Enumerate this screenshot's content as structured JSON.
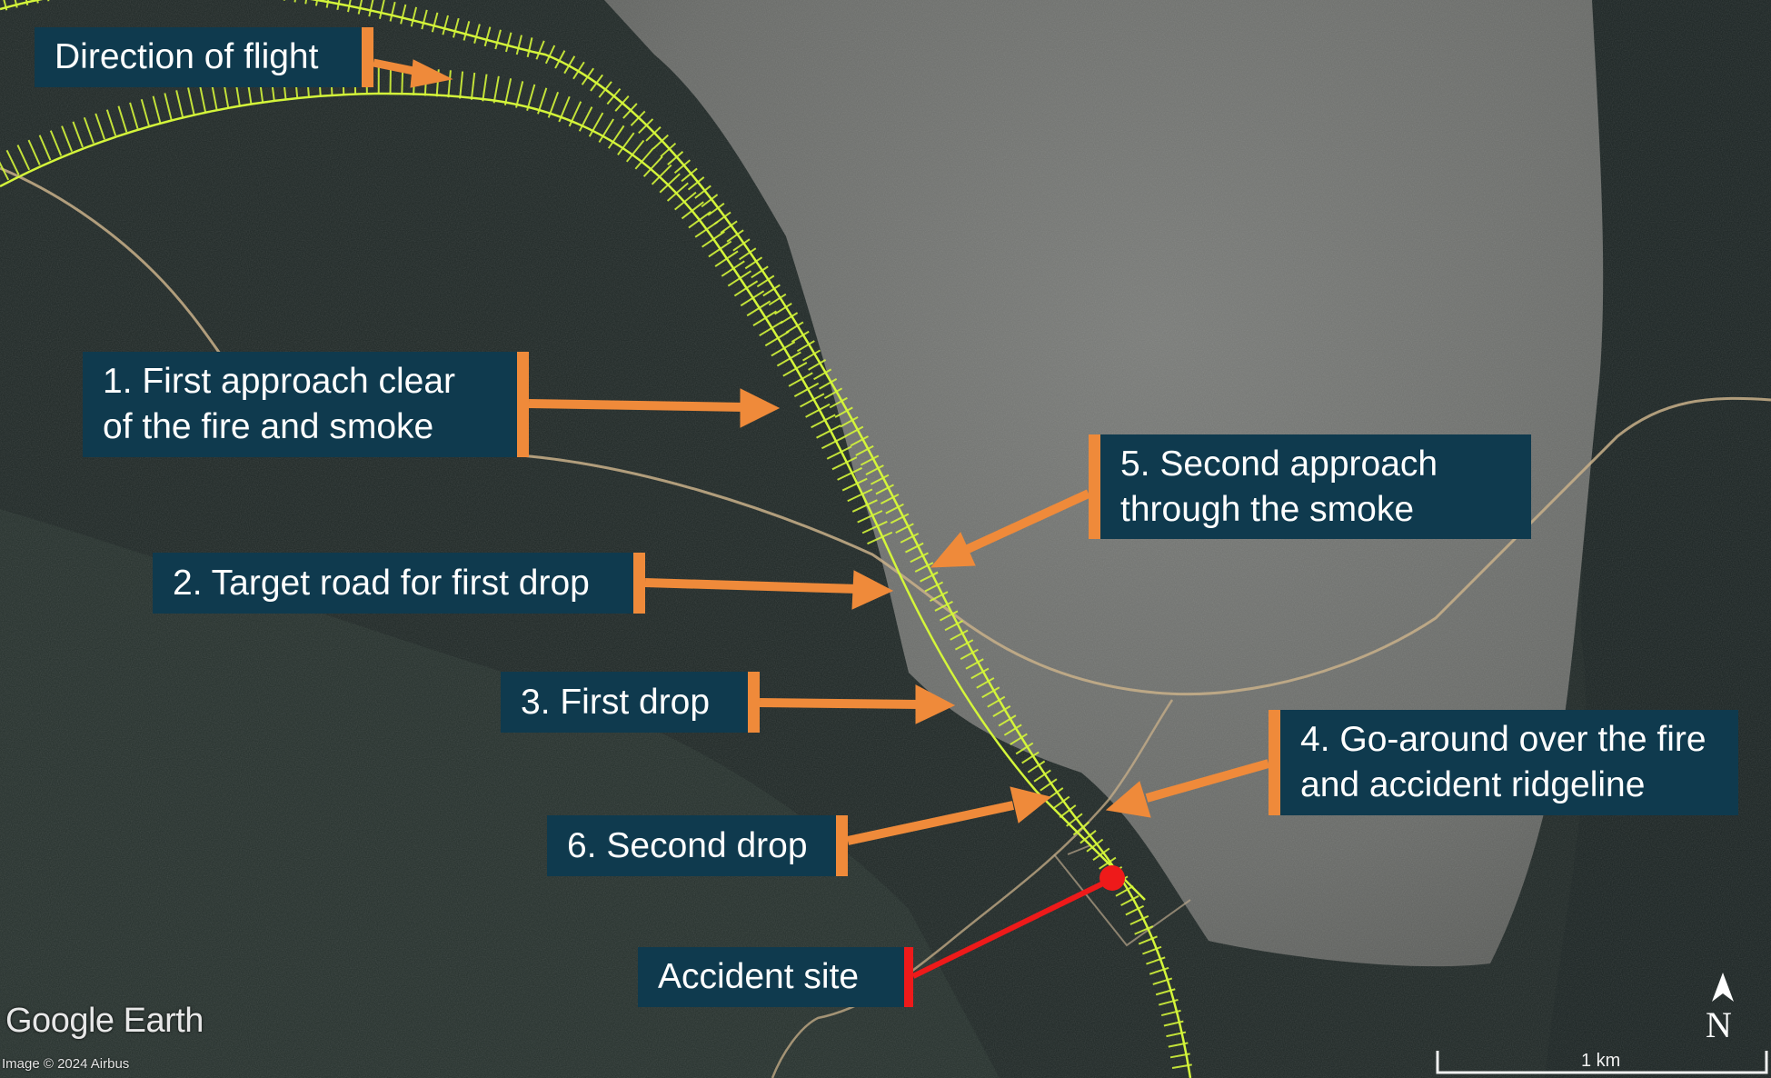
{
  "labels": {
    "direction": "Direction of flight",
    "approach_1": "1. First approach clear\nof the fire and smoke",
    "target_road": "2. Target road for first drop",
    "first_drop": "3. First drop",
    "go_around": "4. Go-around over the fire\nand accident ridgeline",
    "approach_2": "5. Second approach\nthrough the smoke",
    "second_drop": "6. Second drop",
    "accident_site": "Accident site"
  },
  "attribution": {
    "brand": "Google Earth",
    "credit": "Image © 2024 Airbus"
  },
  "scale": {
    "label": "1 km"
  },
  "compass": {
    "label": "N"
  },
  "colors": {
    "label_bg": "#0f3a4e",
    "arrow": "#ef8a3a",
    "accident": "#ee1a1a",
    "flight_path": "#d4f53a",
    "terrain_dark": "#1c2422",
    "burnt_area": "#6d6f6c",
    "road": "#c9b08a"
  },
  "icons": [
    "north-arrow-icon",
    "accident-marker-icon"
  ]
}
